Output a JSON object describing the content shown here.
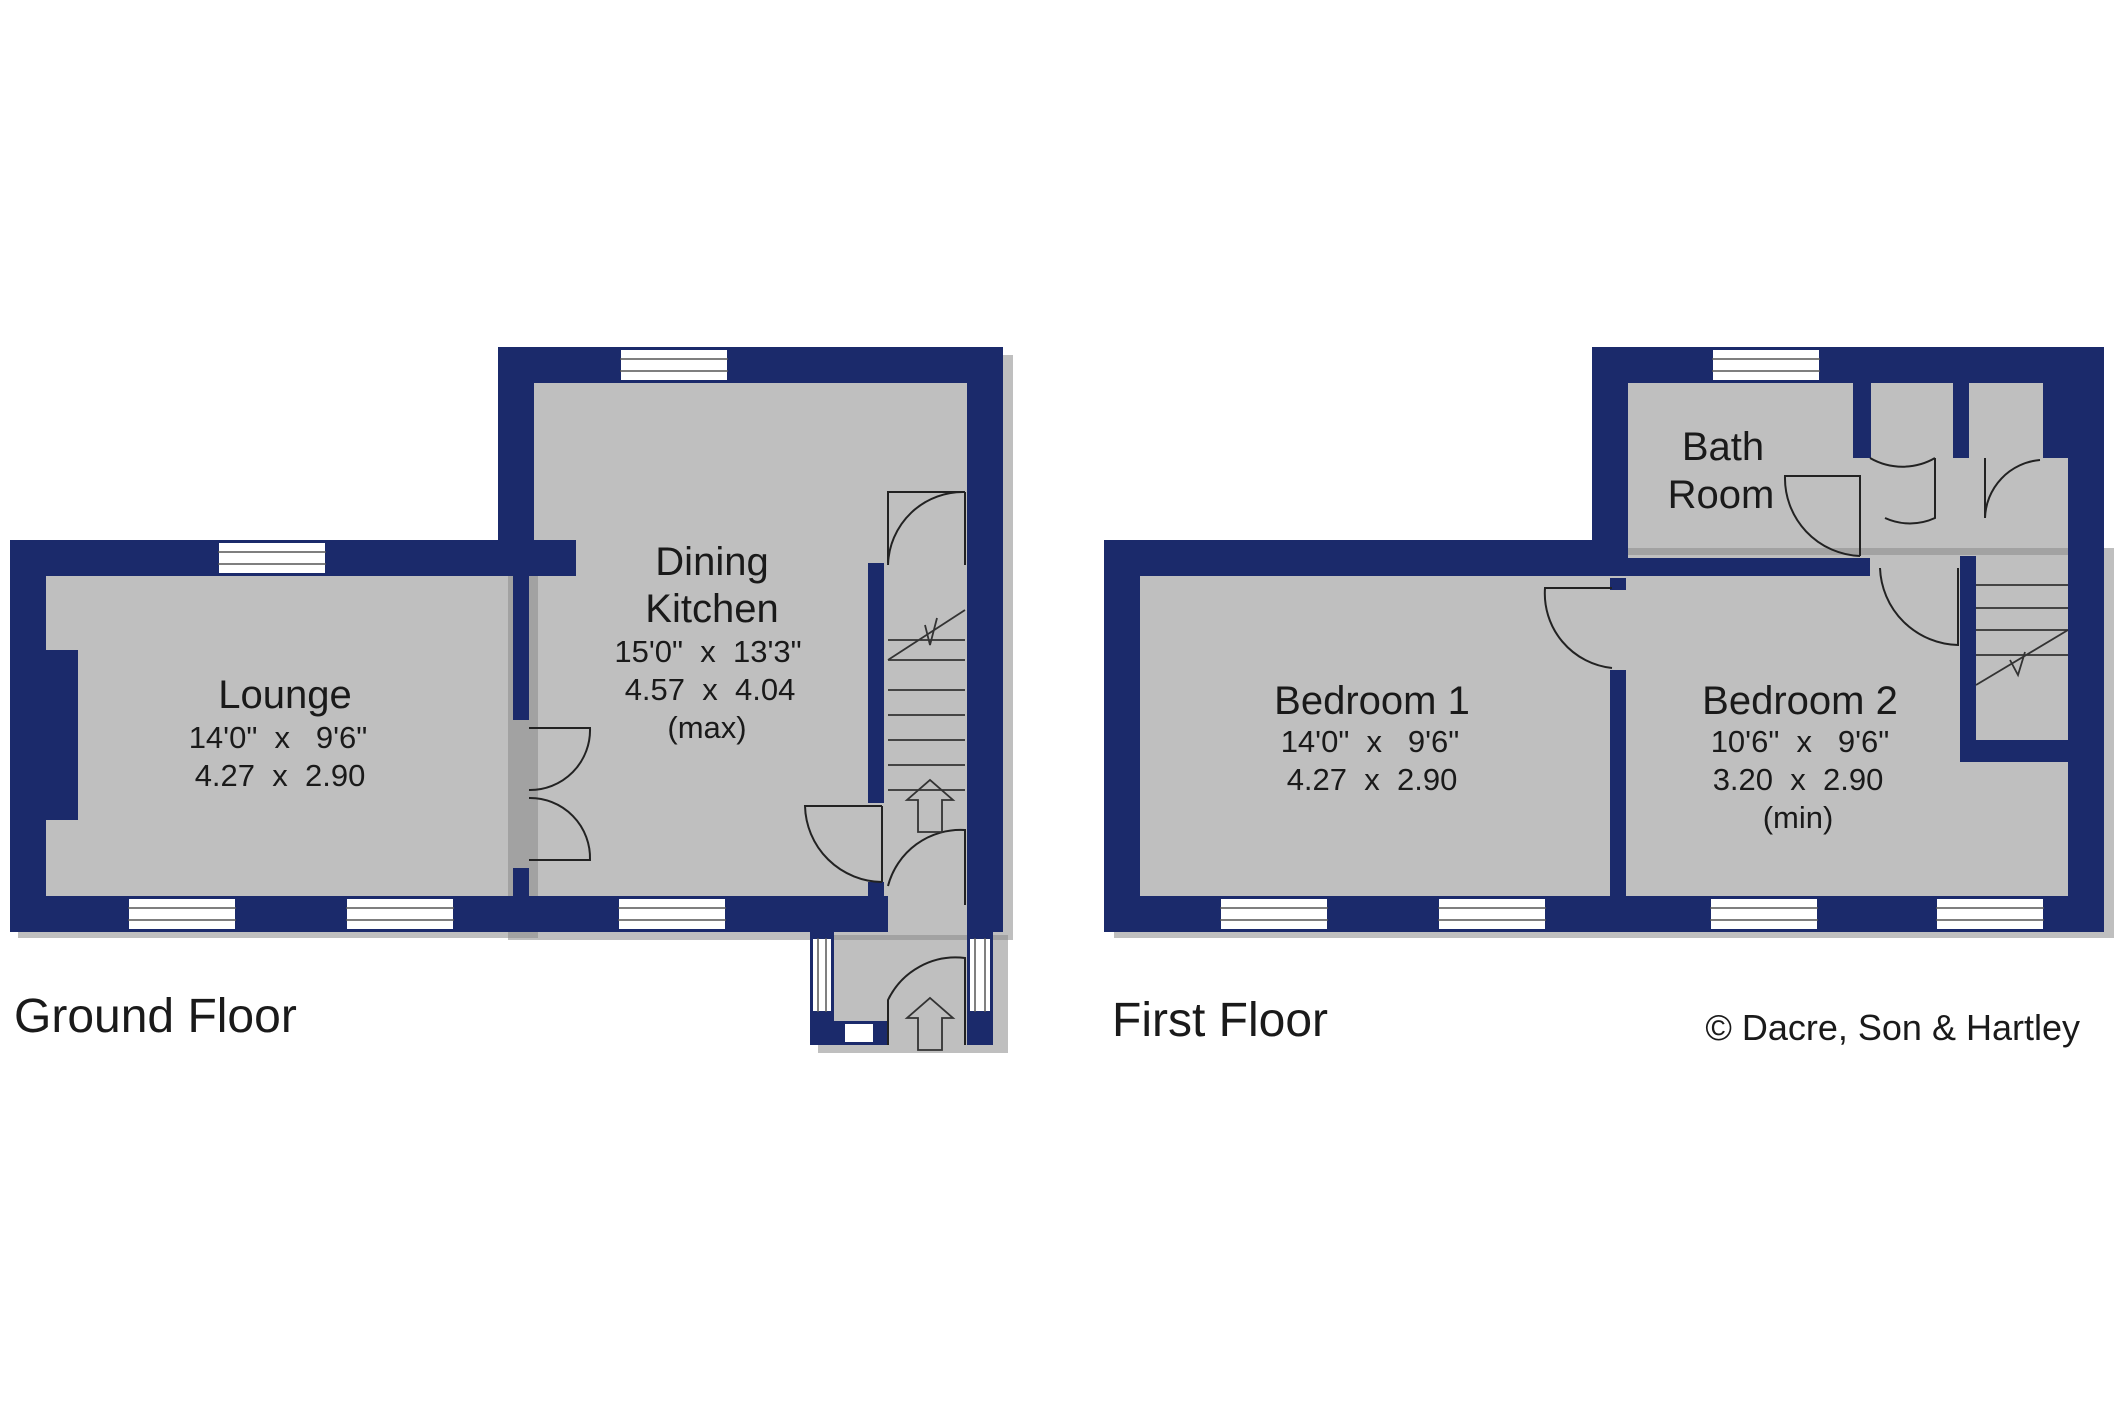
{
  "ground_floor": {
    "label": "Ground Floor",
    "lounge": {
      "name": "Lounge",
      "dim_imperial": "14'0\"  x   9'6\"",
      "dim_metric": "4.27  x  2.90"
    },
    "kitchen": {
      "name_line1": "Dining",
      "name_line2": "Kitchen",
      "dim_imperial": "15'0\"  x  13'3\"",
      "dim_metric": "4.57  x  4.04",
      "note": "(max)"
    }
  },
  "first_floor": {
    "label": "First Floor",
    "bathroom": {
      "name_line1": "Bath",
      "name_line2": "Room"
    },
    "bedroom1": {
      "name": "Bedroom 1",
      "dim_imperial": "14'0\"  x   9'6\"",
      "dim_metric": "4.27  x  2.90"
    },
    "bedroom2": {
      "name": "Bedroom 2",
      "dim_imperial": "10'6\"  x   9'6\"",
      "dim_metric": "3.20  x  2.90",
      "note": "(min)"
    }
  },
  "copyright": "© Dacre, Son & Hartley",
  "colors": {
    "wall": "#1b2a6b",
    "background": "#ffffff"
  }
}
